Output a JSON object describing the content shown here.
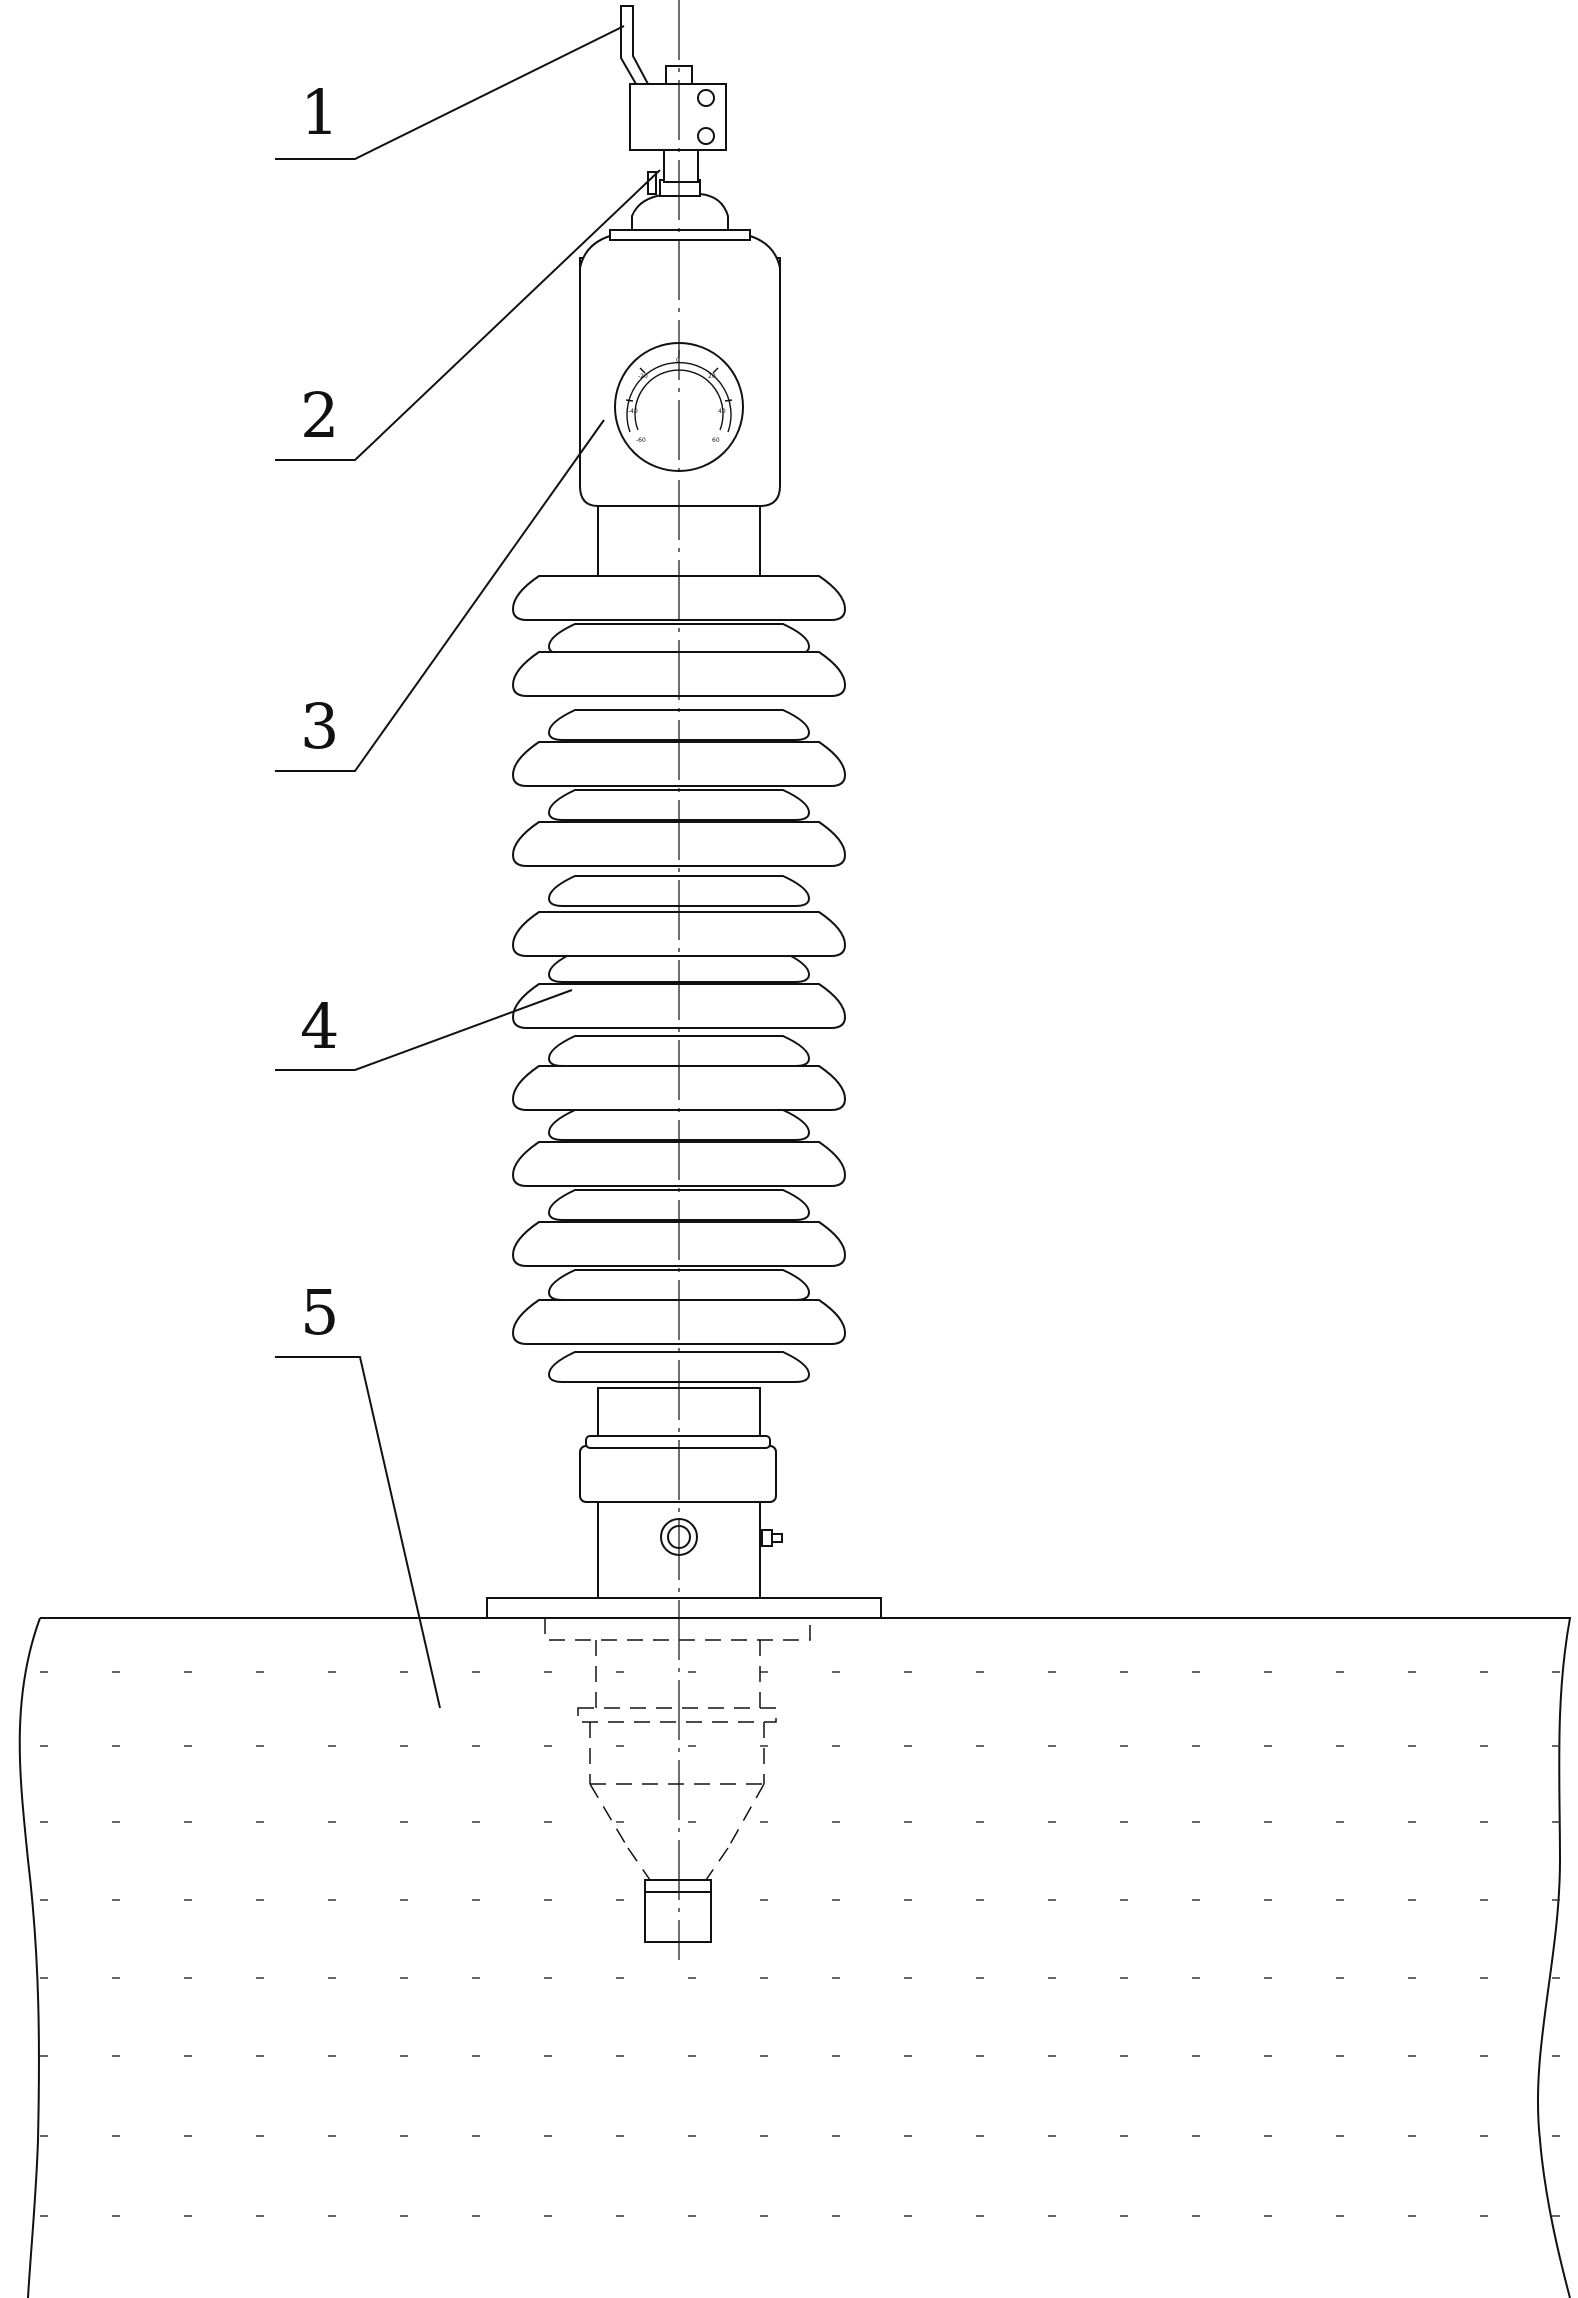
{
  "labels": {
    "l1": "1",
    "l2": "2",
    "l3": "3",
    "l4": "4",
    "l5": "5"
  },
  "gauge": {
    "t1": "-60",
    "t2": "-40",
    "t3": "-20",
    "t4": "0",
    "t5": "20",
    "t6": "40",
    "t7": "60"
  }
}
